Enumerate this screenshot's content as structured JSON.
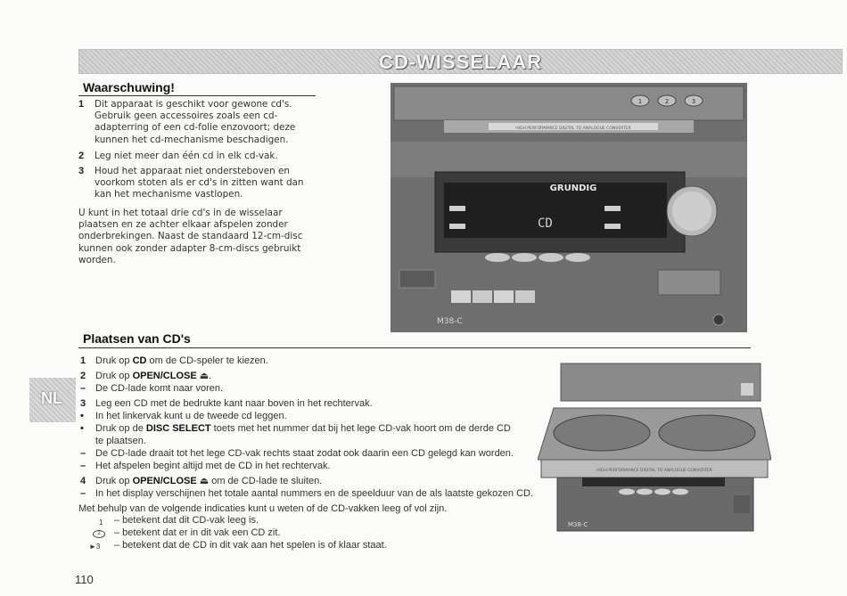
{
  "banner": {
    "title": "CD-WISSELAAR"
  },
  "side_tab": "NL",
  "page_number": "110",
  "warning": {
    "heading": "Waarschuwing!",
    "items": [
      {
        "num": "1",
        "text": "Dit apparaat is geschikt voor gewone cd's. Gebruik geen accessoires zoals een cd-adapterring of een cd-folie enzovoort; deze kunnen het cd-mechanisme beschadigen."
      },
      {
        "num": "2",
        "text": "Leg niet meer dan één cd in elk cd-vak."
      },
      {
        "num": "3",
        "text": "Houd het apparaat niet ondersteboven en voorkom stoten als er cd's in zitten want dan kan het mechanisme vastlopen."
      }
    ],
    "paragraph": "U kunt in het totaal drie cd's in de wisselaar plaatsen en ze achter elkaar afspelen zonder onderbrekingen. Naast de standaard 12-cm-disc kunnen ook zonder adapter 8-cm-discs gebruikt worden."
  },
  "photo1": {
    "brand": "GRUNDIG",
    "model": "M38-C",
    "display_text": "CD",
    "strip_text": "HIGH PERFORMANCE DIGITAL TO ANALOGUE CONVERTER",
    "disc_buttons": [
      "1",
      "2",
      "3"
    ]
  },
  "photo2": {
    "model": "M38-C",
    "strip_text": "HIGH PERFORMANCE DIGITAL TO ANALOGUE CONVERTER"
  },
  "loading": {
    "heading": "Plaatsen van CD's",
    "steps": [
      {
        "marker": "1",
        "pre": "Druk op ",
        "bold": "CD",
        "post": " om de CD-speler te kiezen."
      },
      {
        "marker": "2",
        "pre": "Druk op ",
        "bold": "OPEN/CLOSE",
        "post": " ⏏."
      },
      {
        "marker": "–",
        "pre": "De CD-lade komt naar voren.",
        "bold": "",
        "post": ""
      },
      {
        "marker": "3",
        "pre": "Leg een CD met de bedrukte kant naar boven in het rechtervak.",
        "bold": "",
        "post": ""
      },
      {
        "marker": "•",
        "pre": "In het linkervak kunt u de tweede cd leggen.",
        "bold": "",
        "post": ""
      },
      {
        "marker": "•",
        "pre": "Druk op de ",
        "bold": "DISC SELECT",
        "post": " toets met het nummer dat bij het lege CD-vak hoort om de derde CD"
      },
      {
        "marker": "",
        "pre": "te plaatsen.",
        "bold": "",
        "post": ""
      },
      {
        "marker": "–",
        "pre": "De CD-lade draait tot het lege CD-vak rechts staat zodat ook daarin een CD gelegd kan worden.",
        "bold": "",
        "post": ""
      },
      {
        "marker": "–",
        "pre": "Het afspelen begint altijd met de CD in het rechtervak.",
        "bold": "",
        "post": ""
      },
      {
        "marker": "4",
        "pre": "Druk op ",
        "bold": "OPEN/CLOSE",
        "post": " ⏏ om de CD-lade te sluiten."
      },
      {
        "marker": "–",
        "pre": "In het display verschijnen het totale aantal nummers en de speelduur van de als laatste gekozen CD.",
        "bold": "",
        "post": ""
      }
    ],
    "indicator_intro": "Met behulp van de volgende indicaties kunt u weten of de CD-vakken leeg of vol zijn.",
    "indicators": [
      {
        "symbol": "1",
        "text": "– betekent dat dit CD-vak leeg is."
      },
      {
        "symbol": "2",
        "text": "– betekent dat er in dit vak een CD zit."
      },
      {
        "symbol": "►3",
        "text": "– betekent dat de CD in dit vak aan het spelen is of klaar staat."
      }
    ]
  }
}
